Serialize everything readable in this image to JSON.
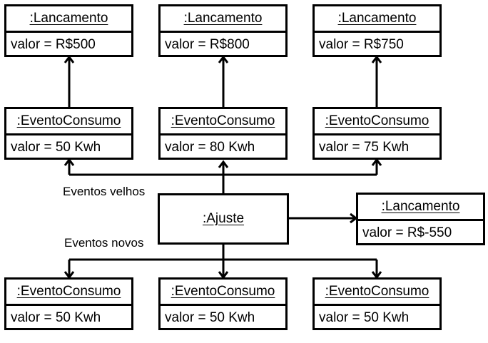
{
  "top_row": [
    {
      "name": ":Lancamento",
      "attribute": "valor = R$500"
    },
    {
      "name": ":Lancamento",
      "attribute": "valor = R$800"
    },
    {
      "name": ":Lancamento",
      "attribute": "valor = R$750"
    }
  ],
  "middle_row": [
    {
      "name": ":EventoConsumo",
      "attribute": "valor = 50 Kwh"
    },
    {
      "name": ":EventoConsumo",
      "attribute": "valor = 80 Kwh"
    },
    {
      "name": ":EventoConsumo",
      "attribute": "valor = 75 Kwh"
    }
  ],
  "bottom_row": [
    {
      "name": ":EventoConsumo",
      "attribute": "valor = 50 Kwh"
    },
    {
      "name": ":EventoConsumo",
      "attribute": "valor = 50 Kwh"
    },
    {
      "name": ":EventoConsumo",
      "attribute": "valor = 50 Kwh"
    }
  ],
  "adjustment": {
    "name": ":Ajuste"
  },
  "adjustment_result": {
    "name": ":Lancamento",
    "attribute": "valor = R$-550"
  },
  "labels": {
    "old_events": "Eventos velhos",
    "new_events": "Eventos novos"
  }
}
